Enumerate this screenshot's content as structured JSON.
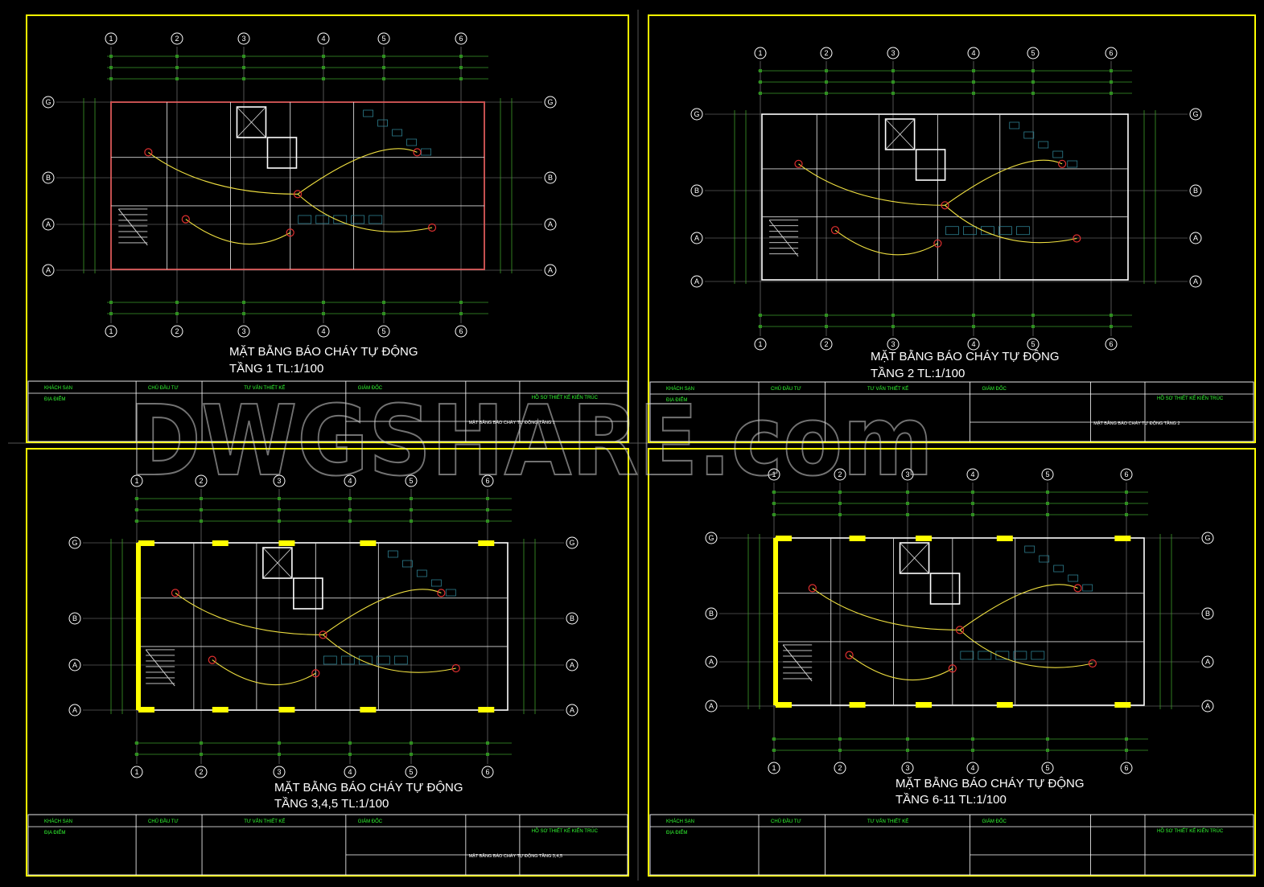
{
  "sheets": [
    {
      "title_line1": "MẶT BẰNG BÁO CHÁY TỰ ĐỘNG",
      "title_line2": "TẦNG 1 TL:1/100",
      "axis_top": [
        "1",
        "2",
        "3",
        "4",
        "5",
        "6"
      ],
      "axis_bottom": [
        "1",
        "2",
        "3",
        "4",
        "5",
        "6"
      ],
      "axis_left": [
        "G",
        "B",
        "A",
        "A"
      ],
      "axis_right": [
        "G",
        "B",
        "A",
        "A"
      ]
    },
    {
      "title_line1": "MẶT BẰNG BÁO CHÁY TỰ ĐỘNG",
      "title_line2": "TẦNG 2 TL:1/100",
      "axis_top": [
        "1",
        "2",
        "3",
        "4",
        "5",
        "6"
      ],
      "axis_bottom": [
        "1",
        "2",
        "3",
        "4",
        "5",
        "6"
      ],
      "axis_left": [
        "G",
        "B",
        "A",
        "A"
      ],
      "axis_right": [
        "G",
        "B",
        "A",
        "A"
      ]
    },
    {
      "title_line1": "MẶT BẰNG BÁO CHÁY TỰ ĐỘNG",
      "title_line2": "TẦNG 3,4,5 TL:1/100",
      "axis_top": [
        "1",
        "2",
        "3",
        "4",
        "5",
        "6"
      ],
      "axis_bottom": [
        "1",
        "2",
        "3",
        "4",
        "5",
        "6"
      ],
      "axis_left": [
        "G",
        "B",
        "A",
        "A"
      ],
      "axis_right": [
        "G",
        "B",
        "A",
        "A"
      ]
    },
    {
      "title_line1": "MẶT BẰNG BÁO CHÁY TỰ ĐỘNG",
      "title_line2": "TẦNG 6-11 TL:1/100",
      "axis_top": [
        "1",
        "2",
        "3",
        "4",
        "5",
        "6"
      ],
      "axis_bottom": [
        "1",
        "2",
        "3",
        "4",
        "5",
        "6"
      ],
      "axis_left": [
        "G",
        "B",
        "A",
        "A"
      ],
      "axis_right": [
        "G",
        "B",
        "A",
        "A"
      ]
    }
  ],
  "title_block": {
    "khach_san": "KHÁCH SẠN",
    "dia_diem": "ĐỊA ĐIỂM",
    "chu_dau_tu": "CHỦ ĐẦU TƯ",
    "tu_van_thiet_ke": "TƯ VẤN THIẾT KẾ",
    "giam_doc": "GIÁM ĐỐC",
    "ho_so": "HỒ SƠ THIẾT KẾ KIẾN TRÚC",
    "sheet_names": [
      "MẶT BẰNG BÁO CHÁY TỰ ĐỘNG TẦNG 1",
      "MẶT BẰNG BÁO CHÁY TỰ ĐỘNG TẦNG 2",
      "MẶT BẰNG BÁO CHÁY TỰ ĐỘNG TẦNG 3,4,5",
      ""
    ]
  },
  "watermark": "DWGSHARE.com",
  "colors": {
    "frame": "#ffff00",
    "wall": "#ffffff",
    "dimension": "#3d9b2a",
    "wire": "#f0e040",
    "furniture": "#2d7f8f",
    "background": "#000000"
  }
}
